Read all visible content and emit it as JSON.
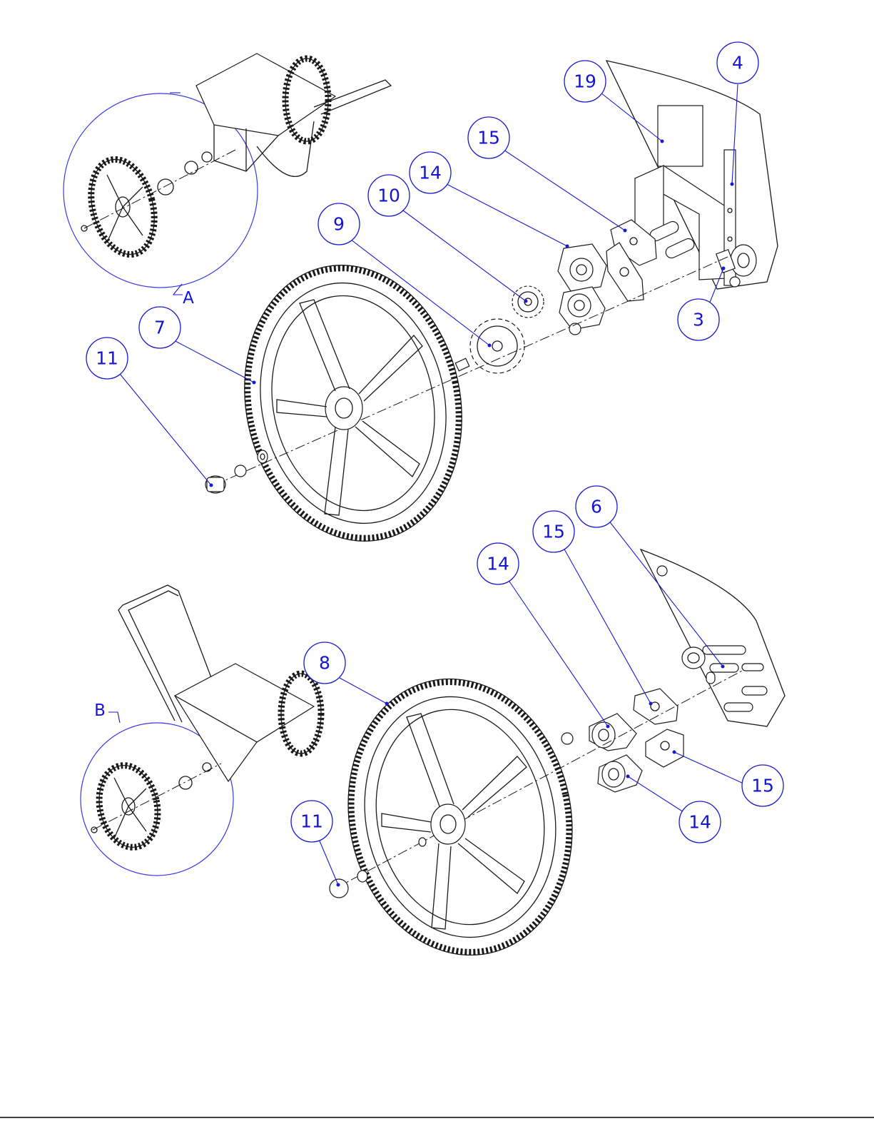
{
  "callouts_upper": [
    {
      "id": "c-19",
      "label": "19"
    },
    {
      "id": "c-4",
      "label": "4"
    },
    {
      "id": "c-15a",
      "label": "15"
    },
    {
      "id": "c-14a",
      "label": "14"
    },
    {
      "id": "c-10",
      "label": "10"
    },
    {
      "id": "c-9",
      "label": "9"
    },
    {
      "id": "c-7",
      "label": "7"
    },
    {
      "id": "c-11a",
      "label": "11"
    },
    {
      "id": "c-3",
      "label": "3"
    }
  ],
  "callouts_lower": [
    {
      "id": "c-6",
      "label": "6"
    },
    {
      "id": "c-15b",
      "label": "15"
    },
    {
      "id": "c-14b",
      "label": "14"
    },
    {
      "id": "c-8",
      "label": "8"
    },
    {
      "id": "c-11b",
      "label": "11"
    },
    {
      "id": "c-15c",
      "label": "15"
    },
    {
      "id": "c-14c",
      "label": "14"
    }
  ],
  "detail_views": [
    {
      "id": "detail-a",
      "letter": "A"
    },
    {
      "id": "detail-b",
      "letter": "B"
    }
  ]
}
